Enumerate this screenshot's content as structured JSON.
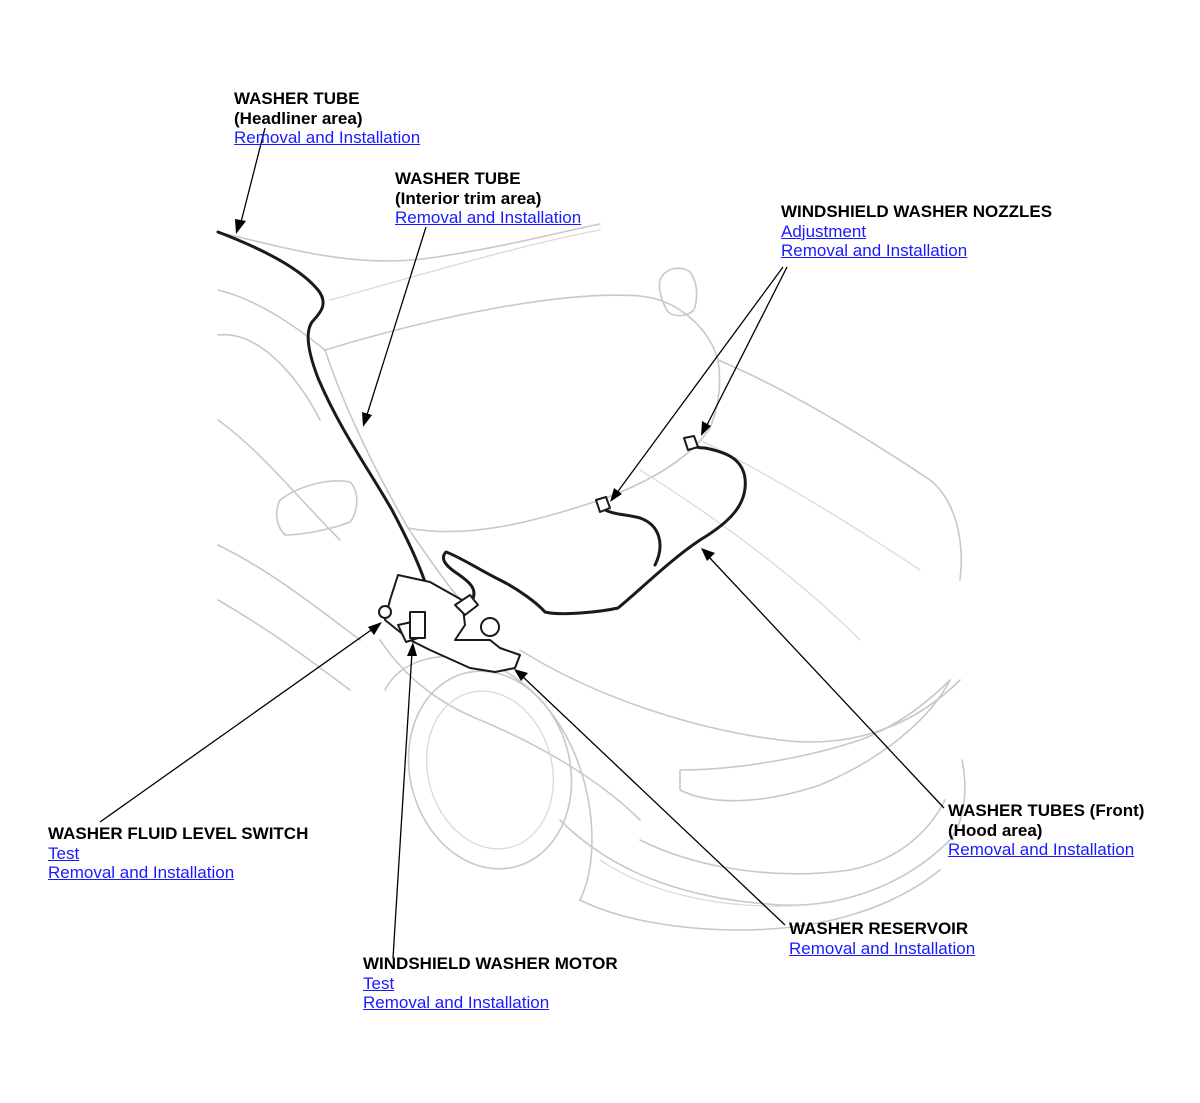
{
  "callouts": {
    "washer_tube_headliner": {
      "title": "WASHER TUBE",
      "sub": "(Headliner area)",
      "links": [
        "Removal and Installation"
      ]
    },
    "washer_tube_interior": {
      "title": "WASHER TUBE",
      "sub": "(Interior trim area)",
      "links": [
        "Removal and Installation"
      ]
    },
    "nozzles": {
      "title": "WINDSHIELD WASHER NOZZLES",
      "links": [
        "Adjustment",
        "Removal and Installation"
      ]
    },
    "tubes_front": {
      "title": "WASHER TUBES (Front)",
      "sub": "(Hood area)",
      "links": [
        "Removal and Installation"
      ]
    },
    "level_switch": {
      "title": "WASHER FLUID LEVEL SWITCH",
      "links": [
        "Test",
        "Removal and Installation"
      ]
    },
    "reservoir": {
      "title": "WASHER RESERVOIR",
      "links": [
        "Removal and Installation"
      ]
    },
    "motor": {
      "title": "WINDSHIELD WASHER MOTOR",
      "links": [
        "Test",
        "Removal and Installation"
      ]
    }
  },
  "colors": {
    "link": "#1a1aff",
    "text": "#000000",
    "car_outline": "#c8c8c8",
    "tube": "#1a1a1a"
  },
  "icons": {
    "arrowhead": "arrowhead-icon"
  }
}
